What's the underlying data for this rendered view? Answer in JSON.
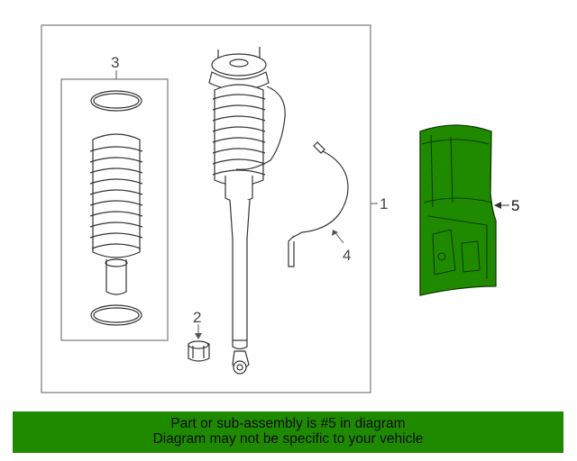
{
  "callouts": {
    "c1": "1",
    "c2": "2",
    "c3": "3",
    "c4": "4",
    "c5": "5"
  },
  "banner": {
    "line1": "Part or sub-assembly is #5 in diagram",
    "line2": "Diagram may not be specific to your vehicle",
    "background": "#1f8a00"
  },
  "highlight_color": "#1f8a00"
}
